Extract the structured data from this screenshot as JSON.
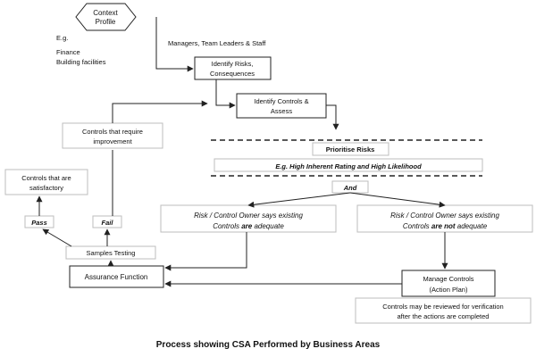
{
  "context": {
    "line1": "Context",
    "line2": "Profile"
  },
  "examples": {
    "eg": "E.g.",
    "item1": "Finance",
    "item2": "Building facilities"
  },
  "audience": "Managers, Team Leaders & Staff",
  "identify_risks": {
    "line1": "Identify Risks,",
    "line2": "Consequences"
  },
  "identify_controls": {
    "line1": "Identify Controls &",
    "line2": "Assess"
  },
  "controls_improvement": {
    "line1": "Controls that require",
    "line2": "improvement"
  },
  "prioritise": "Prioritise Risks",
  "prioritise_example": "E.g.  High Inherent Rating and High Likelihood",
  "and_label": "And",
  "satisfactory": {
    "line1": "Controls that are",
    "line2": "satisfactory"
  },
  "pass": "Pass",
  "fail": "Fail",
  "adequate": {
    "line1": "Risk / Control Owner says existing",
    "line2a": "Controls ",
    "line2b": "are",
    "line2c": " adequate"
  },
  "not_adequate": {
    "line1": "Risk / Control Owner says existing",
    "line2a": "Controls ",
    "line2b": "are not",
    "line2c": " adequate"
  },
  "samples_testing": "Samples Testing",
  "assurance_function": "Assurance Function",
  "manage_controls": {
    "line1": "Manage Controls",
    "line2": "(Action Plan)"
  },
  "verification_note": {
    "line1": "Controls may be reviewed for verification",
    "line2": "after the actions are completed"
  },
  "caption": "Process showing CSA  Performed by Business Areas"
}
